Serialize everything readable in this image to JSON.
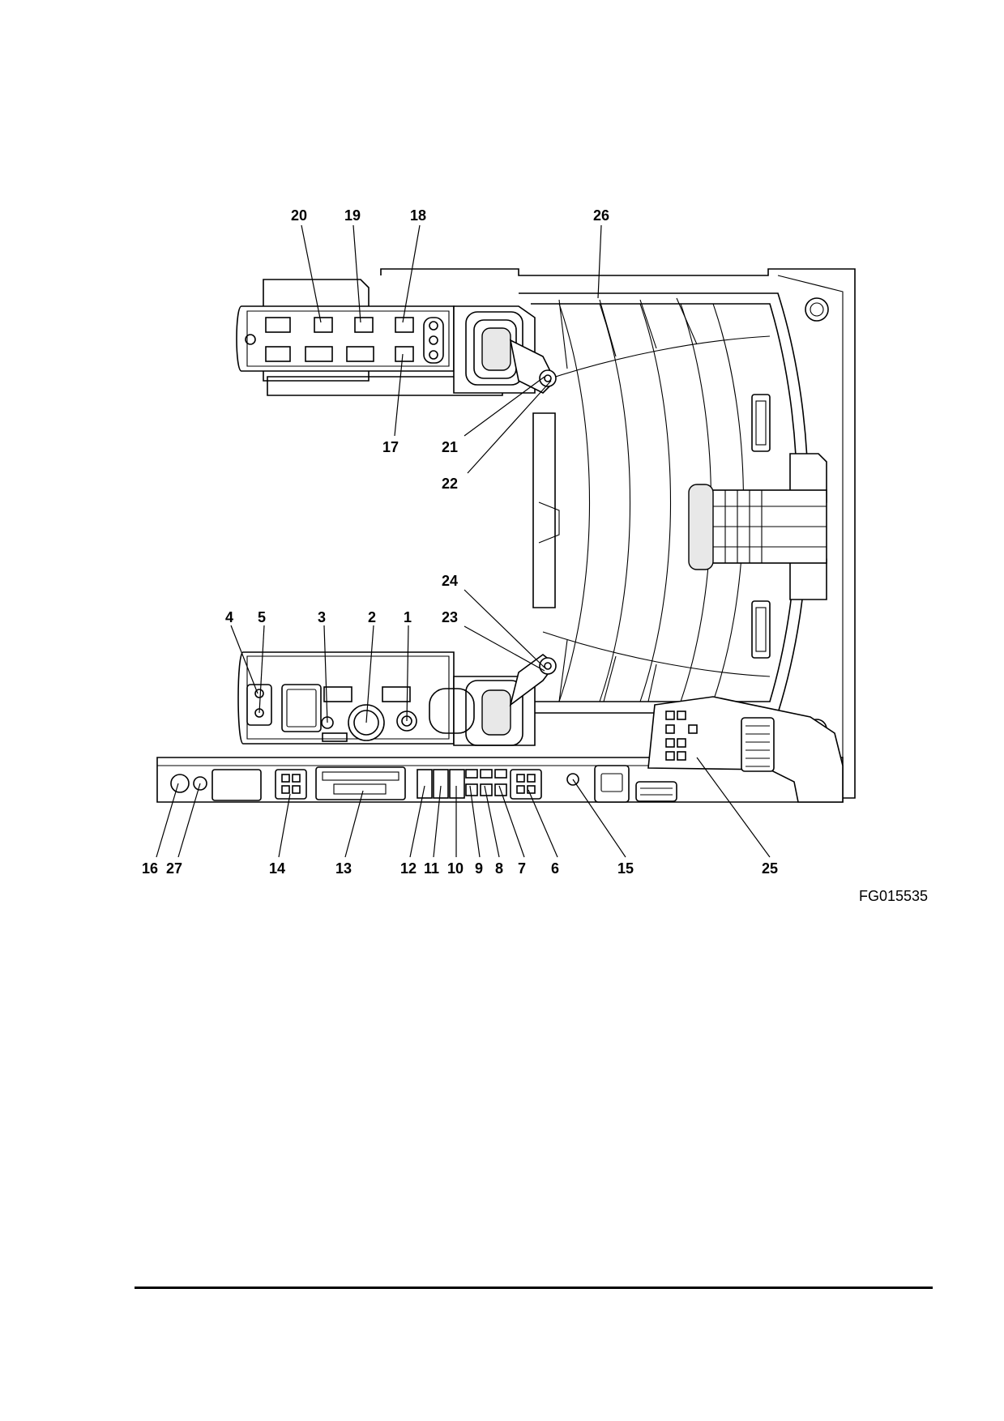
{
  "figure": {
    "id": "FG015535",
    "callouts": [
      "1",
      "2",
      "3",
      "4",
      "5",
      "6",
      "7",
      "8",
      "9",
      "10",
      "11",
      "12",
      "13",
      "14",
      "15",
      "16",
      "17",
      "18",
      "19",
      "20",
      "21",
      "22",
      "23",
      "24",
      "25",
      "26",
      "27"
    ]
  }
}
